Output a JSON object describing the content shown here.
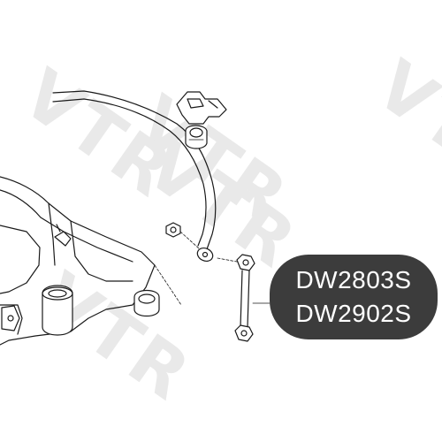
{
  "watermark": {
    "brand": "VTR",
    "color": "#e9e9e9"
  },
  "callout": {
    "part_numbers": [
      "DW2803S",
      "DW2902S"
    ],
    "background": "#3c3c3c",
    "text_color": "#ffffff"
  }
}
